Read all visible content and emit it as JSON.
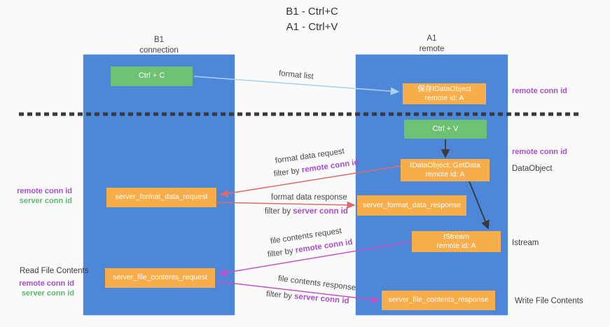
{
  "title": {
    "line1": "B1 - Ctrl+C",
    "line2": "A1 - Ctrl+V"
  },
  "lanes": {
    "left": {
      "name": "B1",
      "role": "connection"
    },
    "right": {
      "name": "A1",
      "role": "remote"
    }
  },
  "boxes": {
    "ctrl_c": {
      "label": "Ctrl + C"
    },
    "save_idataobject": {
      "line1": "保存IDataObject",
      "line2": "remote id: A"
    },
    "ctrl_v": {
      "label": "Ctrl + V"
    },
    "getdata": {
      "line1": "IDataObject::GetData",
      "line2": "remote id: A"
    },
    "format_request": {
      "label": "server_format_data_request"
    },
    "format_response": {
      "label": "server_format_data_response"
    },
    "istream": {
      "line1": "IStream",
      "line2": "remote id: A"
    },
    "file_request": {
      "label": "server_file_contents_request"
    },
    "file_response": {
      "label": "server_file_contents_response"
    }
  },
  "arrow_labels": {
    "format_list": "format list",
    "format_data_request": "format data request",
    "format_data_response": "format data response",
    "file_contents_request": "file contents request",
    "file_contents_response": "file contents response",
    "filter_by": "filter by ",
    "remote_conn_id": "remote conn id",
    "server_conn_id": "server conn id"
  },
  "side_labels": {
    "remote_conn_id": "remote conn id",
    "server_conn_id": "server conn id",
    "dataobject": "DataObject",
    "istream": "Istream",
    "read_file_contents": "Read File Contents",
    "write_file_contents": "Write File Contents"
  },
  "colors": {
    "lane_blue": "#4e86d8",
    "box_orange": "#f8ad4b",
    "box_green": "#6ec173",
    "arrow_blue": "#a8d2f0",
    "arrow_salmon": "#e06a6a",
    "arrow_magenta": "#c84fc8",
    "arrow_black": "#3a3a3a",
    "text_purple": "#a64fc8",
    "text_green": "#5cb86a"
  }
}
